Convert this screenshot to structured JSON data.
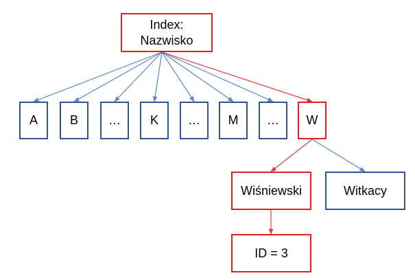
{
  "colors": {
    "blue_stroke": "#2F5597",
    "red_stroke": "#E02020",
    "blue_edge": "#5B87C9",
    "red_edge": "#E83A3A"
  },
  "root": {
    "label": "Index:\nNazwisko"
  },
  "letters": [
    {
      "label": "A"
    },
    {
      "label": "B"
    },
    {
      "label": "…"
    },
    {
      "label": "K"
    },
    {
      "label": "…"
    },
    {
      "label": "M"
    },
    {
      "label": "…"
    },
    {
      "label": "W"
    }
  ],
  "w_children": [
    {
      "label": "Wiśniewski"
    },
    {
      "label": "Witkacy"
    }
  ],
  "leaf": {
    "label": "ID = 3"
  }
}
